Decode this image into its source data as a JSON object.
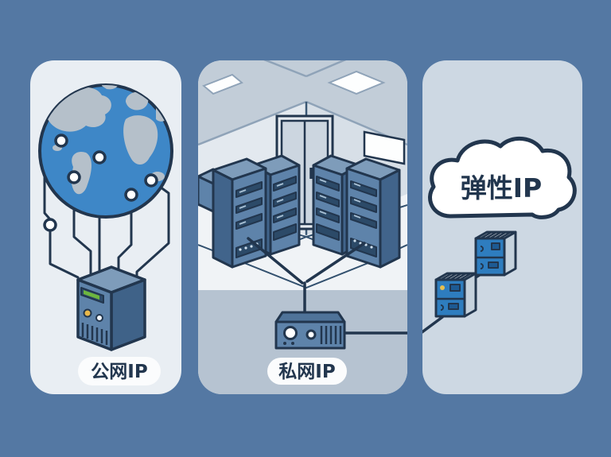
{
  "illustration": {
    "background_color": "#5478a3",
    "outline_color": "#22364e",
    "panels": [
      {
        "id": "public-ip",
        "label": "公网IP",
        "background": "#e9eef3",
        "icons": [
          "globe-icon",
          "circuit-wire",
          "network-node",
          "server-tower-icon"
        ],
        "colors": {
          "globe_ocean": "#3e87c7",
          "globe_land": "#b5c0ca",
          "server_blue": "#5e83aa",
          "led_green": "#6db63f",
          "led_yellow": "#e8b84b"
        }
      },
      {
        "id": "private-ip",
        "label": "私网IP",
        "background": "#dde5ec",
        "icons": [
          "ceiling-light-icon",
          "door-icon",
          "whiteboard-icon",
          "server-rack-icon",
          "router-icon",
          "network-cable"
        ],
        "colors": {
          "ceiling": "#c2cdd8",
          "floor": "#f0f3f6",
          "floor_front": "#b6c3d1",
          "rack_blue": "#5e83aa"
        }
      },
      {
        "id": "elastic-ip",
        "label": "弹性IP",
        "background": "#cdd8e3",
        "icons": [
          "cloud-icon",
          "mini-server-icon",
          "connection-line"
        ],
        "colors": {
          "cloud_fill": "#ffffff",
          "server_front": "#2e7dbf",
          "server_side": "#c5d2dd"
        }
      }
    ]
  }
}
